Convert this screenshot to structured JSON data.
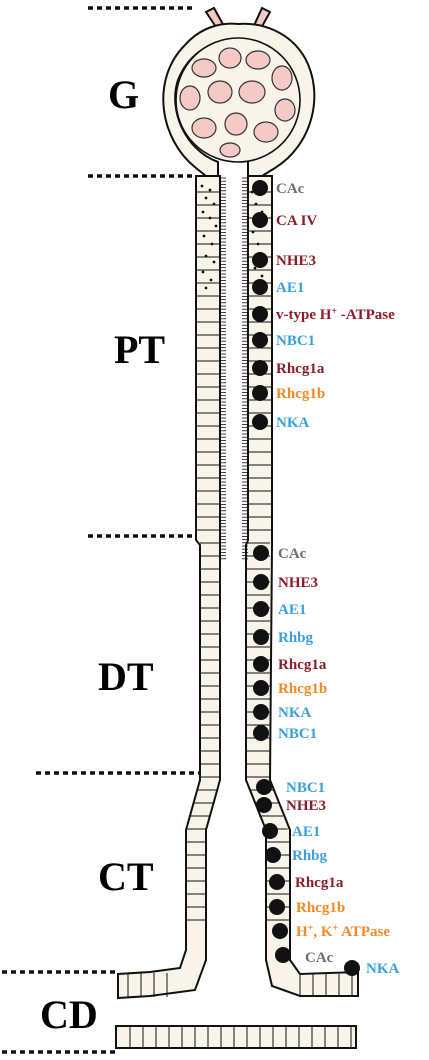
{
  "segments": [
    {
      "label": "G"
    },
    {
      "label": "PT"
    },
    {
      "label": "DT"
    },
    {
      "label": "CT"
    },
    {
      "label": "CD"
    }
  ],
  "colors": {
    "ink": "#111111",
    "tube": "#f8f4ea",
    "glom_loop": "#f4c9c6",
    "gray": "#6e6e6e",
    "dark_red": "#8c1c2a",
    "blue": "#3aa0d8",
    "orange": "#f08a24"
  },
  "transporters": {
    "PT": [
      {
        "label": "CAc",
        "color": "gray"
      },
      {
        "label": "CA IV",
        "color": "dark_red"
      },
      {
        "label": "NHE3",
        "color": "dark_red"
      },
      {
        "label": "AE1",
        "color": "blue"
      },
      {
        "label": "v-type H",
        "sup": "+",
        "label_tail": " -ATPase",
        "color": "dark_red"
      },
      {
        "label": "NBC1",
        "color": "blue"
      },
      {
        "label": "Rhcg1a",
        "color": "dark_red"
      },
      {
        "label": "Rhcg1b",
        "color": "orange"
      },
      {
        "label": "NKA",
        "color": "blue"
      }
    ],
    "DT": [
      {
        "label": "CAc",
        "color": "gray"
      },
      {
        "label": "NHE3",
        "color": "dark_red"
      },
      {
        "label": "AE1",
        "color": "blue"
      },
      {
        "label": "Rhbg",
        "color": "blue"
      },
      {
        "label": "Rhcg1a",
        "color": "dark_red"
      },
      {
        "label": "Rhcg1b",
        "color": "orange"
      },
      {
        "label": "NKA",
        "color": "blue"
      },
      {
        "label": "NBC1",
        "color": "blue"
      }
    ],
    "CT": [
      {
        "label": "NBC1",
        "color": "blue"
      },
      {
        "label": "NHE3",
        "color": "dark_red"
      },
      {
        "label": "AE1",
        "color": "blue"
      },
      {
        "label": "Rhbg",
        "color": "blue"
      },
      {
        "label": "Rhcg1a",
        "color": "dark_red"
      },
      {
        "label": "Rhcg1b",
        "color": "orange"
      },
      {
        "label": "H",
        "sup": "+",
        "label_tail": ", K",
        "sup2": "+",
        "label_tail2": " ATPase",
        "color": "orange"
      },
      {
        "label": "CAc",
        "color": "gray"
      },
      {
        "label": "NKA",
        "color": "blue"
      }
    ]
  }
}
